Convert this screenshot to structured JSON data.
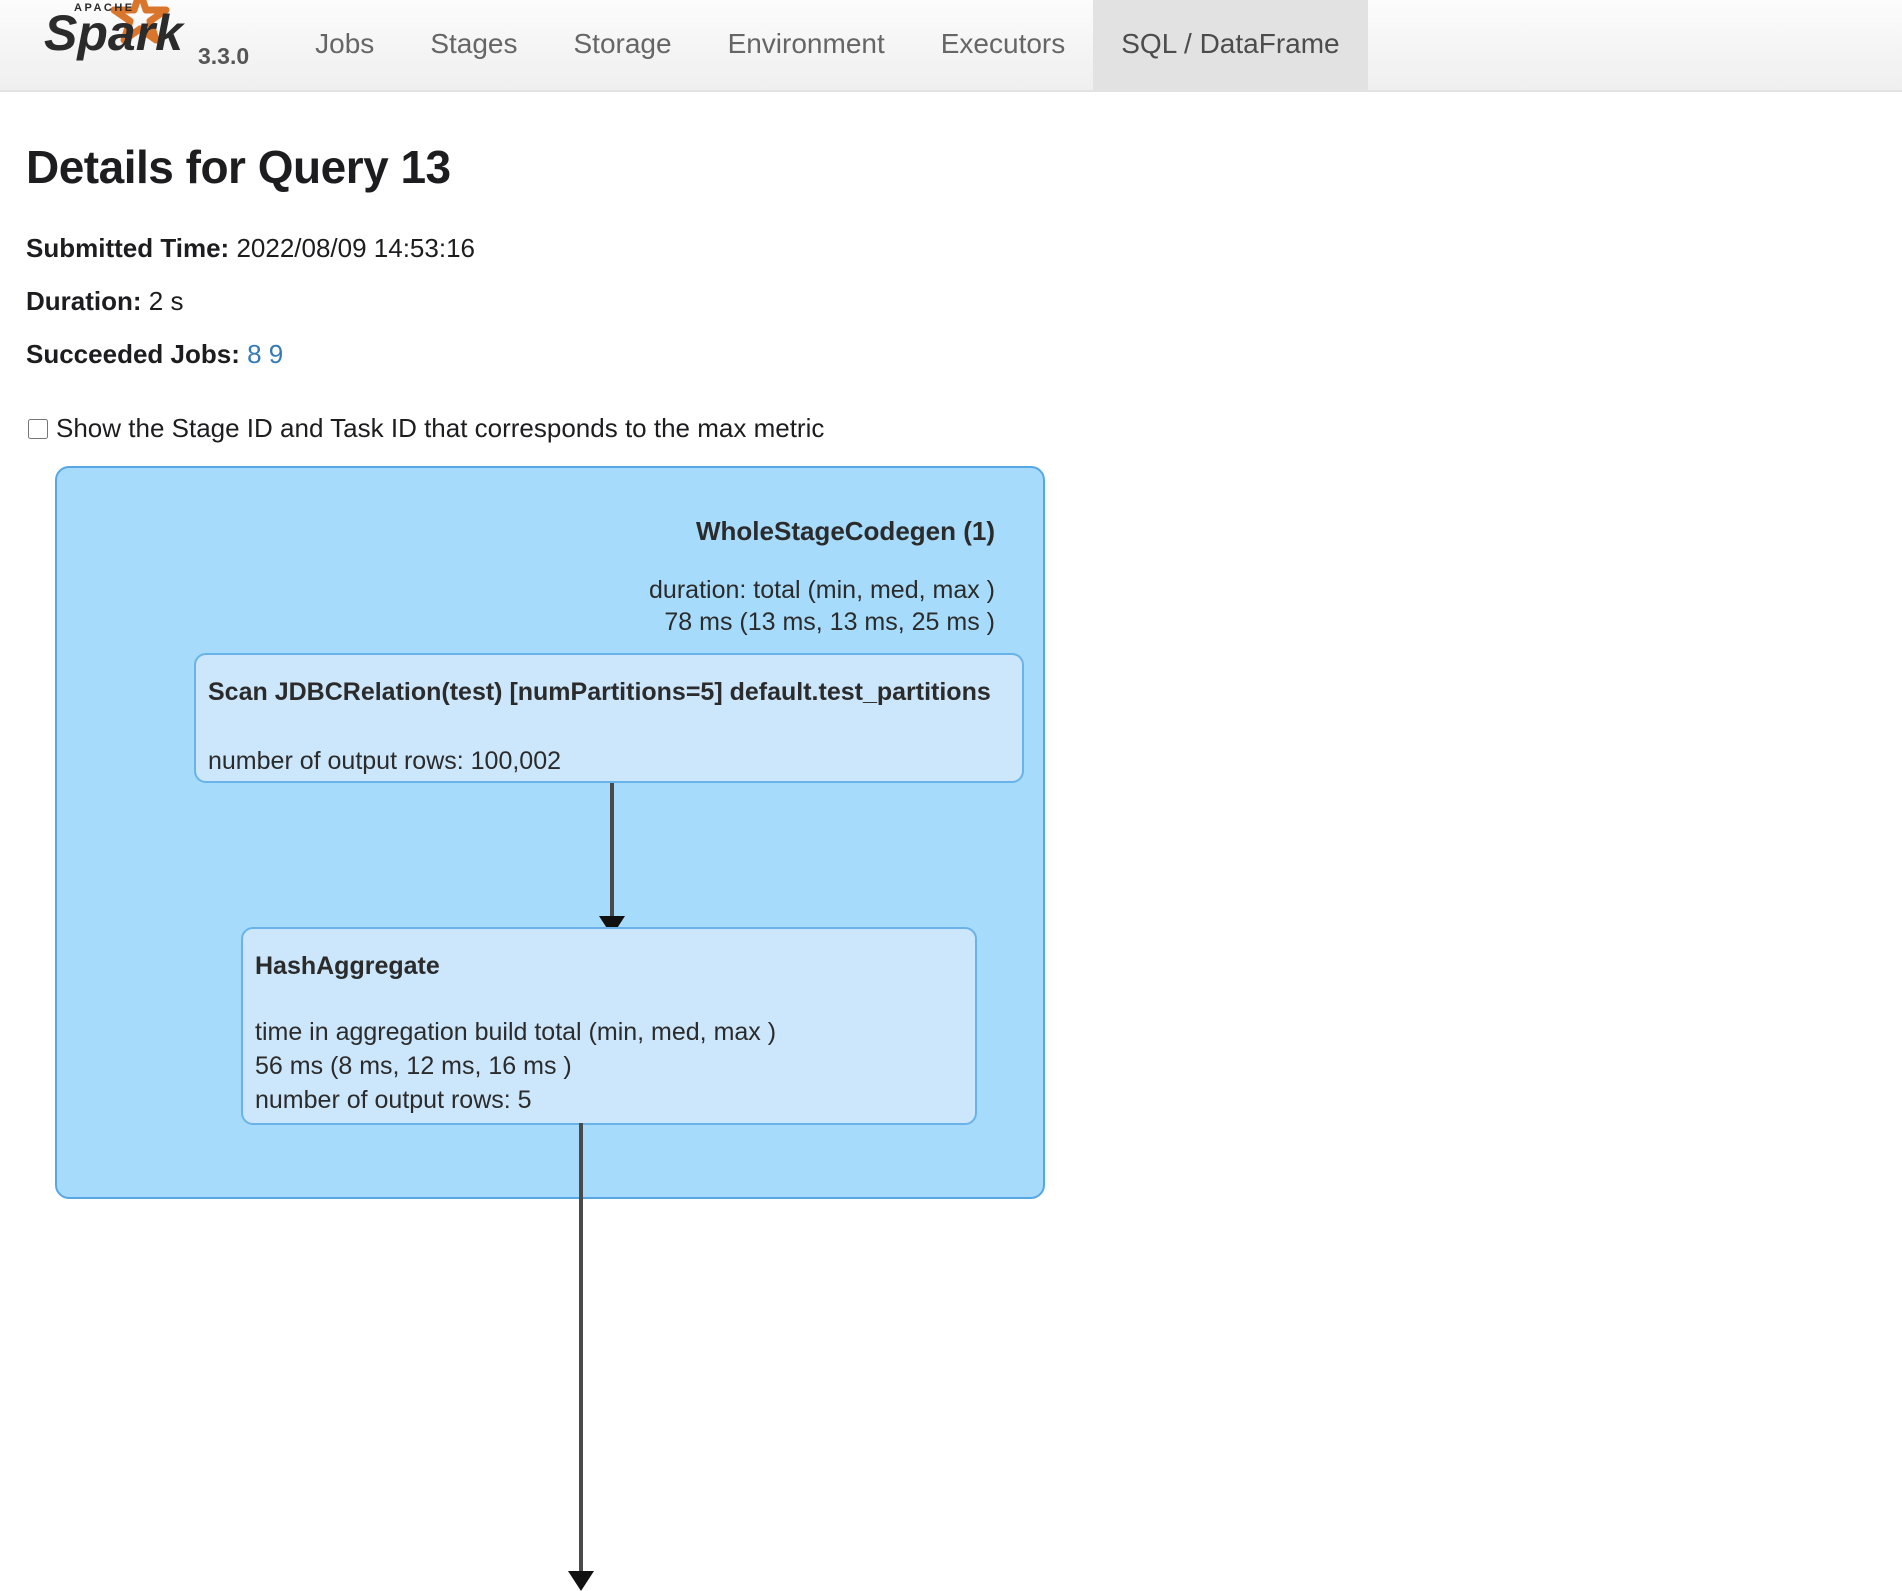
{
  "navbar": {
    "brand": {
      "logo_icon": "apache-spark-logo",
      "logo_text": "Apache Spark",
      "version": "3.3.0"
    },
    "tabs": [
      {
        "label": "Jobs",
        "active": false
      },
      {
        "label": "Stages",
        "active": false
      },
      {
        "label": "Storage",
        "active": false
      },
      {
        "label": "Environment",
        "active": false
      },
      {
        "label": "Executors",
        "active": false
      },
      {
        "label": "SQL / DataFrame",
        "active": true
      }
    ]
  },
  "page": {
    "title": "Details for Query 13",
    "submitted_time_label": "Submitted Time:",
    "submitted_time_value": "2022/08/09 14:53:16",
    "duration_label": "Duration:",
    "duration_value": "2 s",
    "succeeded_jobs_label": "Succeeded Jobs:",
    "succeeded_jobs": [
      "8",
      "9"
    ]
  },
  "options": {
    "show_stage_task_id_label": "Show the Stage ID and Task ID that corresponds to the max metric",
    "show_stage_task_id_checked": false
  },
  "plan": {
    "codegen": {
      "title": "WholeStageCodegen (1)",
      "metrics": "duration: total (min, med, max )\n78 ms (13 ms, 13 ms, 25 ms )"
    },
    "nodes": [
      {
        "title": "Scan JDBCRelation(test) [numPartitions=5] default.test_partitions",
        "metrics": "number of output rows: 100,002"
      },
      {
        "title": "HashAggregate",
        "metrics": "time in aggregation build total (min, med, max )\n56 ms (8 ms, 12 ms, 16 ms )\nnumber of output rows: 5"
      }
    ]
  },
  "colors": {
    "codegen_fill": "#a6dbfb",
    "codegen_border": "#58a7e5",
    "node_fill": "#cce6fb",
    "node_border": "#69b3ea",
    "link": "#337ab7",
    "active_tab_bg": "#e2e2e2",
    "edge": "#4a4a4a"
  }
}
